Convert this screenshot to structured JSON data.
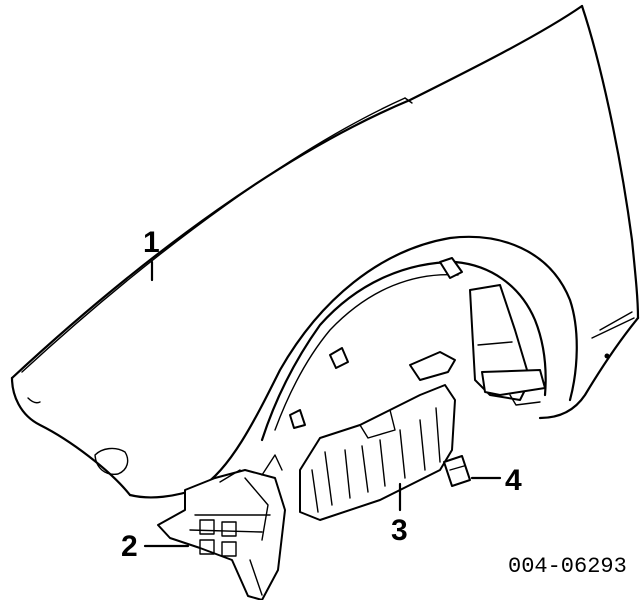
{
  "callouts": [
    {
      "id": "1",
      "label": "1",
      "part": "fender"
    },
    {
      "id": "2",
      "label": "2",
      "part": "fender-bracket"
    },
    {
      "id": "3",
      "label": "3",
      "part": "splash-shield"
    },
    {
      "id": "4",
      "label": "4",
      "part": "clip"
    }
  ],
  "reference_code": "004-06293"
}
